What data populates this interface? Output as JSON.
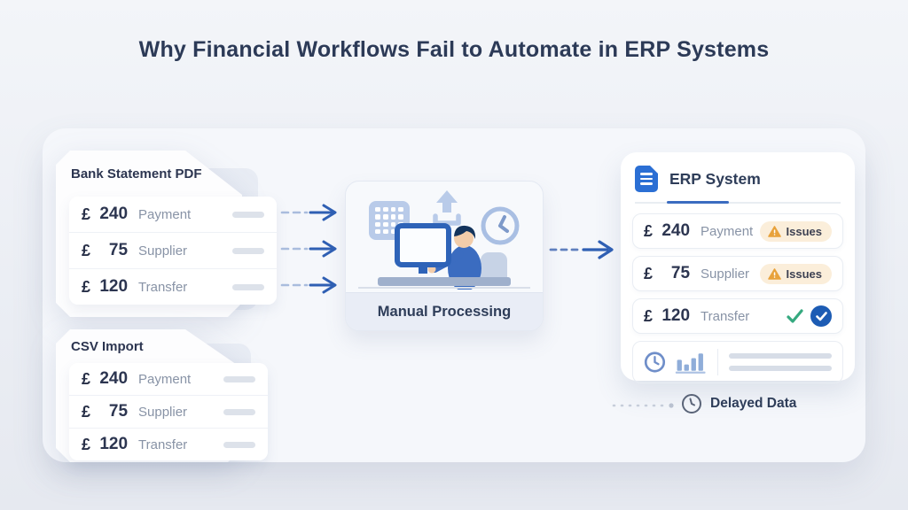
{
  "title": "Why Financial Workflows Fail to Automate in ERP Systems",
  "sources": {
    "bank": {
      "title": "Bank Statement PDF",
      "rows": [
        {
          "currency": "£",
          "amount": "240",
          "label": "Payment"
        },
        {
          "currency": "£",
          "amount": "75",
          "label": "Supplier"
        },
        {
          "currency": "£",
          "amount": "120",
          "label": "Transfer"
        }
      ]
    },
    "csv": {
      "title": "CSV Import",
      "rows": [
        {
          "currency": "£",
          "amount": "240",
          "label": "Payment"
        },
        {
          "currency": "£",
          "amount": "75",
          "label": "Supplier"
        },
        {
          "currency": "£",
          "amount": "120",
          "label": "Transfer"
        }
      ]
    }
  },
  "processing": {
    "label": "Manual Processing",
    "icons": [
      "spreadsheet-icon",
      "upload-icon",
      "clock-icon",
      "person-at-computer"
    ]
  },
  "erp": {
    "title": "ERP System",
    "icon": "document-icon",
    "rows": [
      {
        "currency": "£",
        "amount": "240",
        "label": "Payment",
        "status": "Issues",
        "status_type": "warning"
      },
      {
        "currency": "£",
        "amount": "75",
        "label": "Supplier",
        "status": "Issues",
        "status_type": "warning"
      },
      {
        "currency": "£",
        "amount": "120",
        "label": "Transfer",
        "status_type": "success"
      }
    ],
    "summary_icons": [
      "clock-icon",
      "bar-chart-icon"
    ]
  },
  "footnote": {
    "label": "Delayed Data",
    "icon": "clock-icon"
  },
  "colors": {
    "accent_blue": "#3b6cc0",
    "icon_blue": "#2b6fd4",
    "light_blue": "#b9cbe9",
    "warning_orange": "#e8a23b",
    "warning_bg": "#fbeeda",
    "success_green": "#35a97f",
    "verified_blue": "#1d5cb4",
    "navy_text": "#2e3d59",
    "muted_text": "#8893a6"
  }
}
